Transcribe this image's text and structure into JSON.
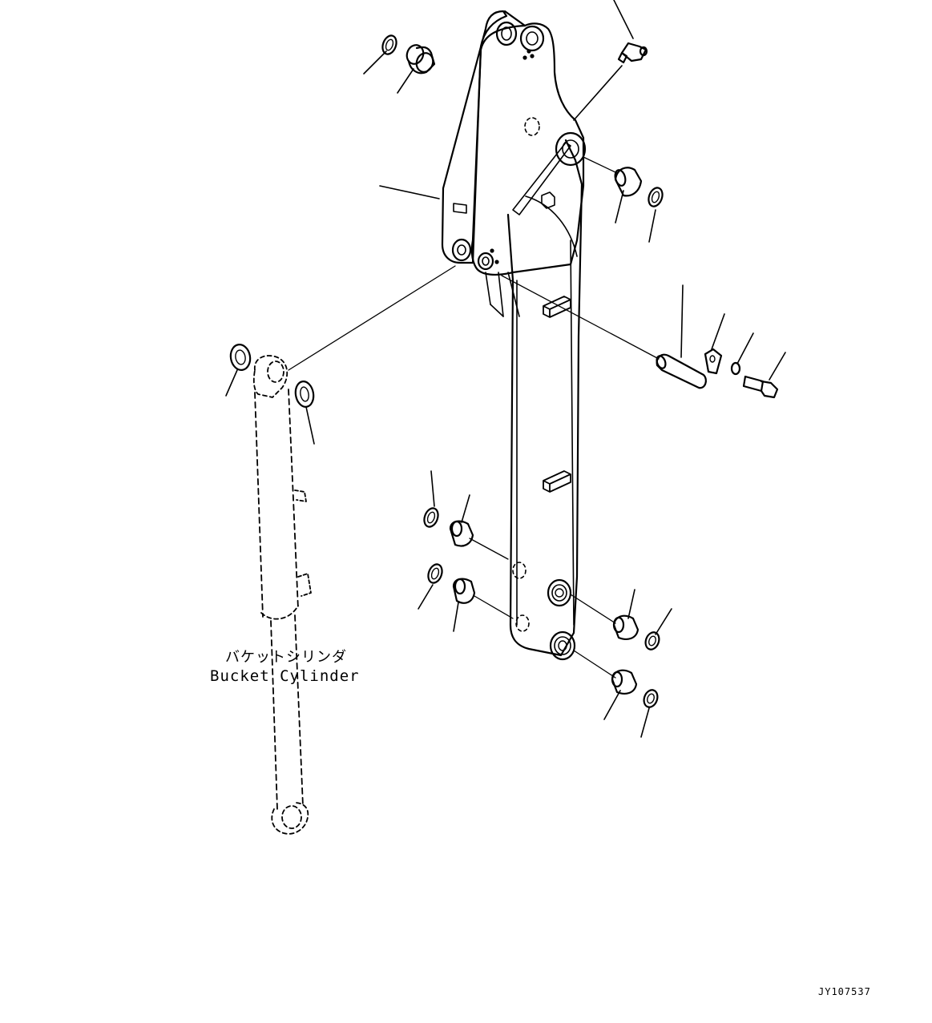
{
  "labels": {
    "bucket_cylinder_jp": "バケットシリンダ",
    "bucket_cylinder_en": "Bucket Cylinder"
  },
  "drawing_id": "JY107537",
  "colors": {
    "line": "#000000",
    "background": "#ffffff"
  }
}
